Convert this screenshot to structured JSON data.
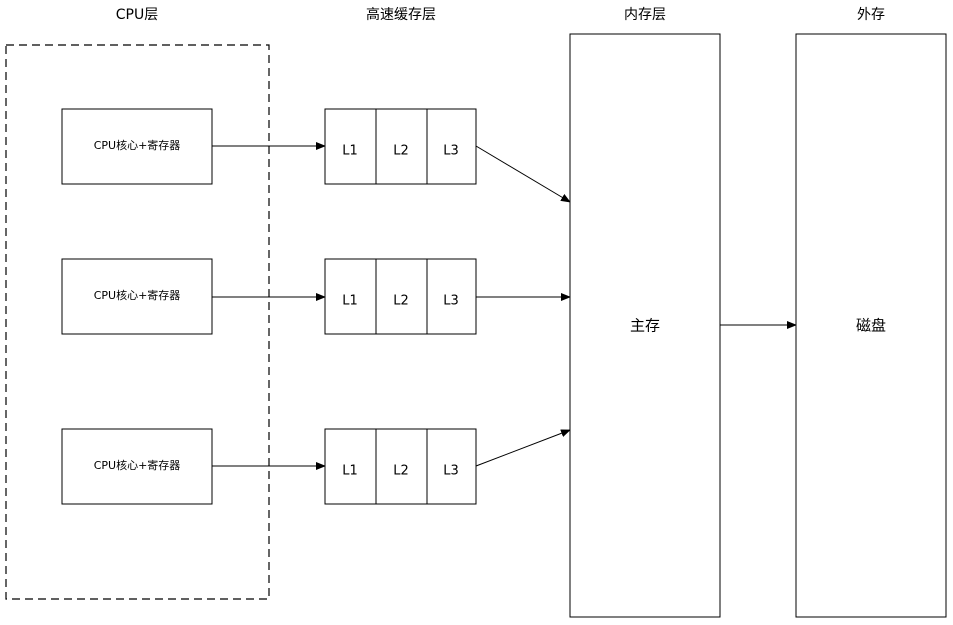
{
  "columns": {
    "cpu": "CPU层",
    "cache": "高速缓存层",
    "memory": "内存层",
    "external": "外存"
  },
  "cores": [
    {
      "label": "CPU核心+寄存器",
      "caches": [
        "L1",
        "L2",
        "L3"
      ]
    },
    {
      "label": "CPU核心+寄存器",
      "caches": [
        "L1",
        "L2",
        "L3"
      ]
    },
    {
      "label": "CPU核心+寄存器",
      "caches": [
        "L1",
        "L2",
        "L3"
      ]
    }
  ],
  "main_memory": {
    "label": "主存"
  },
  "disk": {
    "label": "磁盘"
  }
}
